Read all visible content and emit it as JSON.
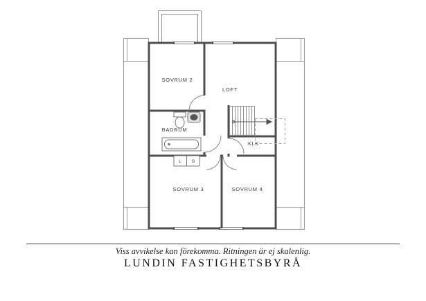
{
  "colors": {
    "wall": "#4f4f4f",
    "thin_line": "#8f8f8f",
    "dashed_line": "#a5a5a5",
    "label_text": "#3c3c3c",
    "footer_text": "#1a1a1a",
    "background": "#ffffff"
  },
  "floorplan": {
    "rooms": [
      {
        "id": "sovrum-2",
        "label": "SOVRUM 2"
      },
      {
        "id": "loft",
        "label": "LOFT"
      },
      {
        "id": "badrum",
        "label": "BADRUM"
      },
      {
        "id": "klk",
        "label": "KLK"
      },
      {
        "id": "sovrum-3",
        "label": "SOVRUM 3"
      },
      {
        "id": "sovrum-4",
        "label": "SOVRUM 4"
      }
    ],
    "closets": [
      {
        "label": "L"
      },
      {
        "label": "G"
      }
    ]
  },
  "footer": {
    "disclaimer": "Viss avvikelse kan förekomma. Ritningen är ej skalenlig.",
    "brand": "LUNDIN FASTIGHETSBYRÅ"
  }
}
